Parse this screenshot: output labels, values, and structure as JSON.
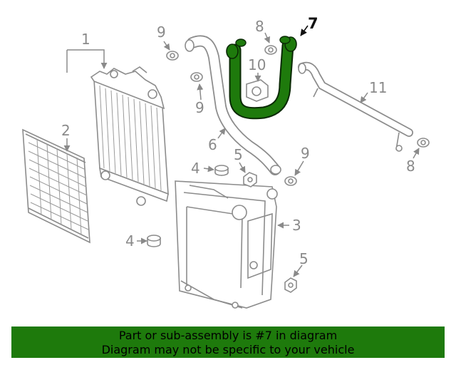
{
  "callouts": {
    "c1": "1",
    "c2": "2",
    "c3": "3",
    "c4a": "4",
    "c4b": "4",
    "c5a": "5",
    "c5b": "5",
    "c6": "6",
    "c7": "7",
    "c8a": "8",
    "c8b": "8",
    "c9a": "9",
    "c9b": "9",
    "c9c": "9",
    "c10": "10",
    "c11": "11"
  },
  "highlight_color": "#1e7a0c",
  "banner": {
    "line1": "Part or sub-assembly is #7 in diagram",
    "line2": "Diagram may not be specific to your vehicle"
  }
}
